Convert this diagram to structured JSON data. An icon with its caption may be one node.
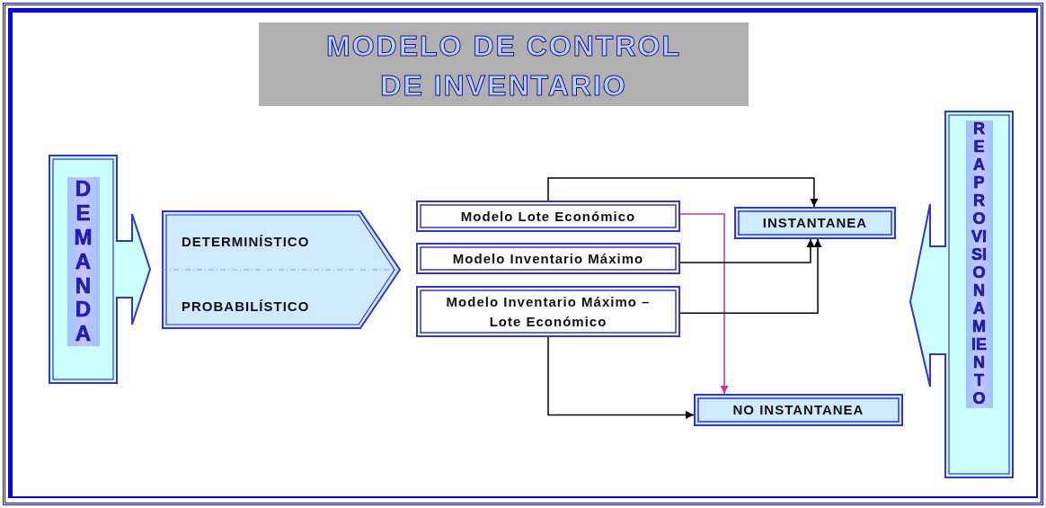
{
  "diagram": {
    "title": "MODELO DE CONTROL DE INVENTARIO",
    "nodes": [
      {
        "text": [
          "DEMANDA"
        ]
      },
      {
        "text": [
          "DETERMINÍSTICO",
          "PROBABILÍSTICO"
        ]
      },
      {
        "text": [
          "Modelo Lote Económico"
        ]
      },
      {
        "text": [
          "Modelo Inventario Máximo"
        ]
      },
      {
        "text": [
          "Modelo Inventario Máximo – Lote Económico"
        ]
      },
      {
        "text": [
          "INSTANTANEA"
        ]
      },
      {
        "text": [
          "NO INSTANTANEA"
        ]
      },
      {
        "text": [
          "REAPROVISIONAMIENTO"
        ]
      }
    ],
    "edges": [
      {
        "from": 2,
        "to": 5,
        "arrow": "to"
      },
      {
        "from": 2,
        "to": 6,
        "arrow": "to",
        "color": "#cc3399"
      },
      {
        "from": 3,
        "to": 5,
        "arrow": "to"
      },
      {
        "from": 4,
        "to": 5,
        "arrow": "to"
      },
      {
        "from": 4,
        "to": 6,
        "arrow": "to"
      }
    ]
  }
}
